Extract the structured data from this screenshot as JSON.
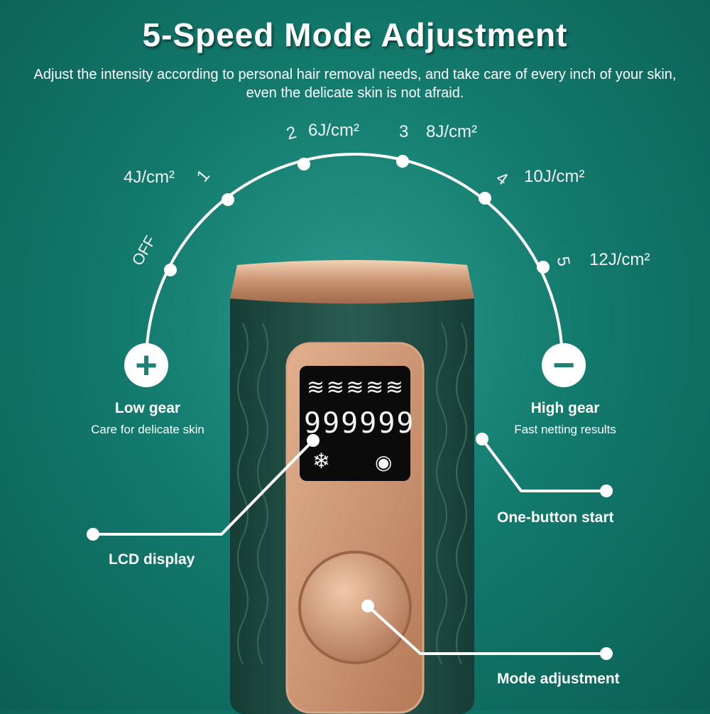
{
  "title": "5-Speed Mode Adjustment",
  "subtitle": "Adjust the intensity according to personal hair removal needs, and take care of every inch of your skin, even the delicate skin is not afraid.",
  "levels": [
    {
      "label": "OFF",
      "energy": ""
    },
    {
      "label": "1",
      "energy": "4J/cm²"
    },
    {
      "label": "2",
      "energy": "6J/cm²"
    },
    {
      "label": "3",
      "energy": "8J/cm²"
    },
    {
      "label": "4",
      "energy": "10J/cm²"
    },
    {
      "label": "5",
      "energy": "12J/cm²"
    }
  ],
  "buttons": {
    "plus_symbol": "+",
    "minus_symbol": "−"
  },
  "low_gear": {
    "title": "Low gear",
    "desc": "Care for delicate skin"
  },
  "high_gear": {
    "title": "High gear",
    "desc": "Fast netting results"
  },
  "callouts": {
    "one_button_start": "One-button start",
    "lcd_display": "LCD display",
    "mode_adjustment": "Mode adjustment"
  },
  "lcd": {
    "digits": "999999",
    "heat_icons": [
      "heat-wave-icon",
      "heat-wave-icon",
      "heat-wave-icon",
      "heat-wave-icon",
      "heat-wave-icon"
    ],
    "left_icon": "snowflake-icon",
    "right_icon": "skin-sensor-icon"
  },
  "colors": {
    "background": "#137a6e",
    "device_body": "#1e4f45",
    "device_gold": "#c8906e",
    "lcd": "#0b0b0b"
  }
}
